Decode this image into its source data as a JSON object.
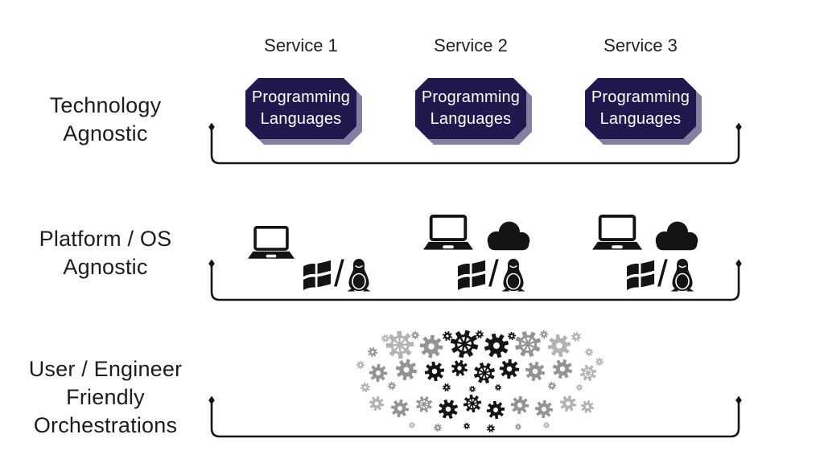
{
  "rows": [
    {
      "id": "technology-agnostic",
      "label": "Technology\nAgnostic"
    },
    {
      "id": "platform-os-agnostic",
      "label": "Platform / OS\nAgnostic"
    },
    {
      "id": "user-engineer-friendly-orchestrations",
      "label": "User / Engineer\nFriendly\nOrchestrations",
      "icon": "gears-cluster-icon"
    }
  ],
  "services": [
    {
      "label": "Service 1",
      "box_label": "Programming\nLanguages",
      "platform_icons": [
        "laptop-icon",
        "windows-icon",
        "linux-tux-icon"
      ]
    },
    {
      "label": "Service 2",
      "box_label": "Programming\nLanguages",
      "platform_icons": [
        "laptop-icon",
        "cloud-icon",
        "windows-icon",
        "linux-tux-icon"
      ]
    },
    {
      "label": "Service 3",
      "box_label": "Programming\nLanguages",
      "platform_icons": [
        "laptop-icon",
        "cloud-icon",
        "windows-icon",
        "linux-tux-icon"
      ]
    }
  ],
  "icons": {
    "os_separator": "/"
  },
  "colors": {
    "background": "#ffffff",
    "box_fill": "#1f194d",
    "box_shadow": "#857fa4",
    "box_text": "#ffffff",
    "line": "#161616",
    "icon": "#141414",
    "gear_dark": "#141414",
    "gear_gray": "#949494"
  }
}
